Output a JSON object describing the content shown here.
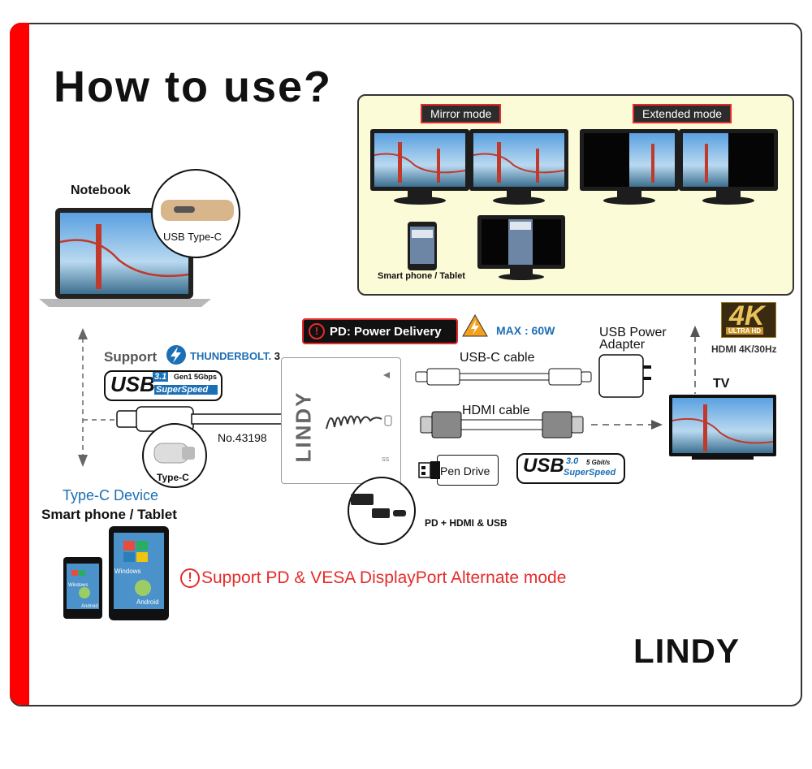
{
  "title": "How to use?",
  "modes": {
    "mirror_label": "Mirror mode",
    "extended_label": "Extended mode",
    "phone_label": "Smart phone / Tablet"
  },
  "notebook": {
    "label": "Notebook",
    "port_label": "USB Type-C"
  },
  "pd": {
    "label": "PD: Power Delivery",
    "max": "MAX : 60W"
  },
  "support": {
    "label": "Support",
    "thunderbolt": "THUNDERBOLT.",
    "thunderbolt_num": "3",
    "usb31_main": "USB",
    "usb31_ver": "3.1",
    "usb31_gen": "Gen1 5Gbps",
    "usb31_speed": "SuperSpeed"
  },
  "hub": {
    "brand": "LINDY",
    "model": "No.43198",
    "ports_label": "PD + HDMI & USB"
  },
  "cables": {
    "usbc": "USB-C cable",
    "hdmi": "HDMI cable",
    "adapter_line1": "USB Power",
    "adapter_line2": "Adapter",
    "pen_drive": "Pen Drive",
    "usb30_main": "USB",
    "usb30_ver": "3.0",
    "usb30_rate": "5 Gbit/s",
    "usb30_speed": "SuperSpeed"
  },
  "tv": {
    "label": "TV",
    "res_badge_main": "4K",
    "res_badge_sub": "ULTRA HD",
    "resolution": "HDMI 4K/30Hz"
  },
  "device": {
    "type_c_plug": "Type-C",
    "title": "Type-C Device",
    "subtitle": "Smart phone / Tablet",
    "small_os1": "Windows",
    "small_os2": "Android",
    "large_os1": "Windows",
    "large_os2": "Android"
  },
  "note": "Support PD & VESA DisplayPort Alternate mode",
  "logo": "LINDY",
  "colors": {
    "accent_red": "#e52b2b",
    "blue": "#1b6fb5",
    "panel": "#fcfbd7"
  }
}
